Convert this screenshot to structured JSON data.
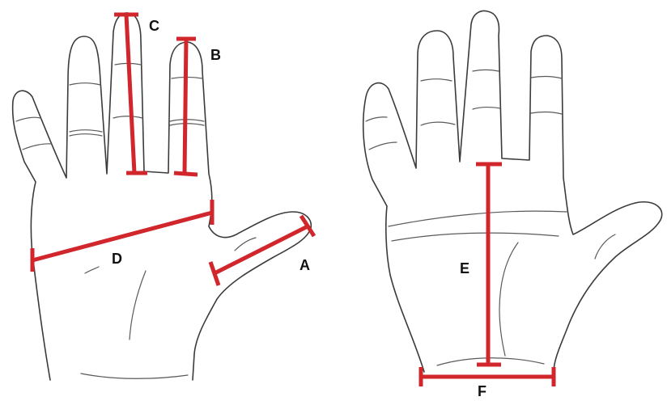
{
  "labels": {
    "a": "A",
    "b": "B",
    "c": "C",
    "d": "D",
    "e": "E",
    "f": "F"
  },
  "colors": {
    "measure": "#d0262c",
    "outline": "#3b3b3b",
    "background": "#ffffff"
  }
}
